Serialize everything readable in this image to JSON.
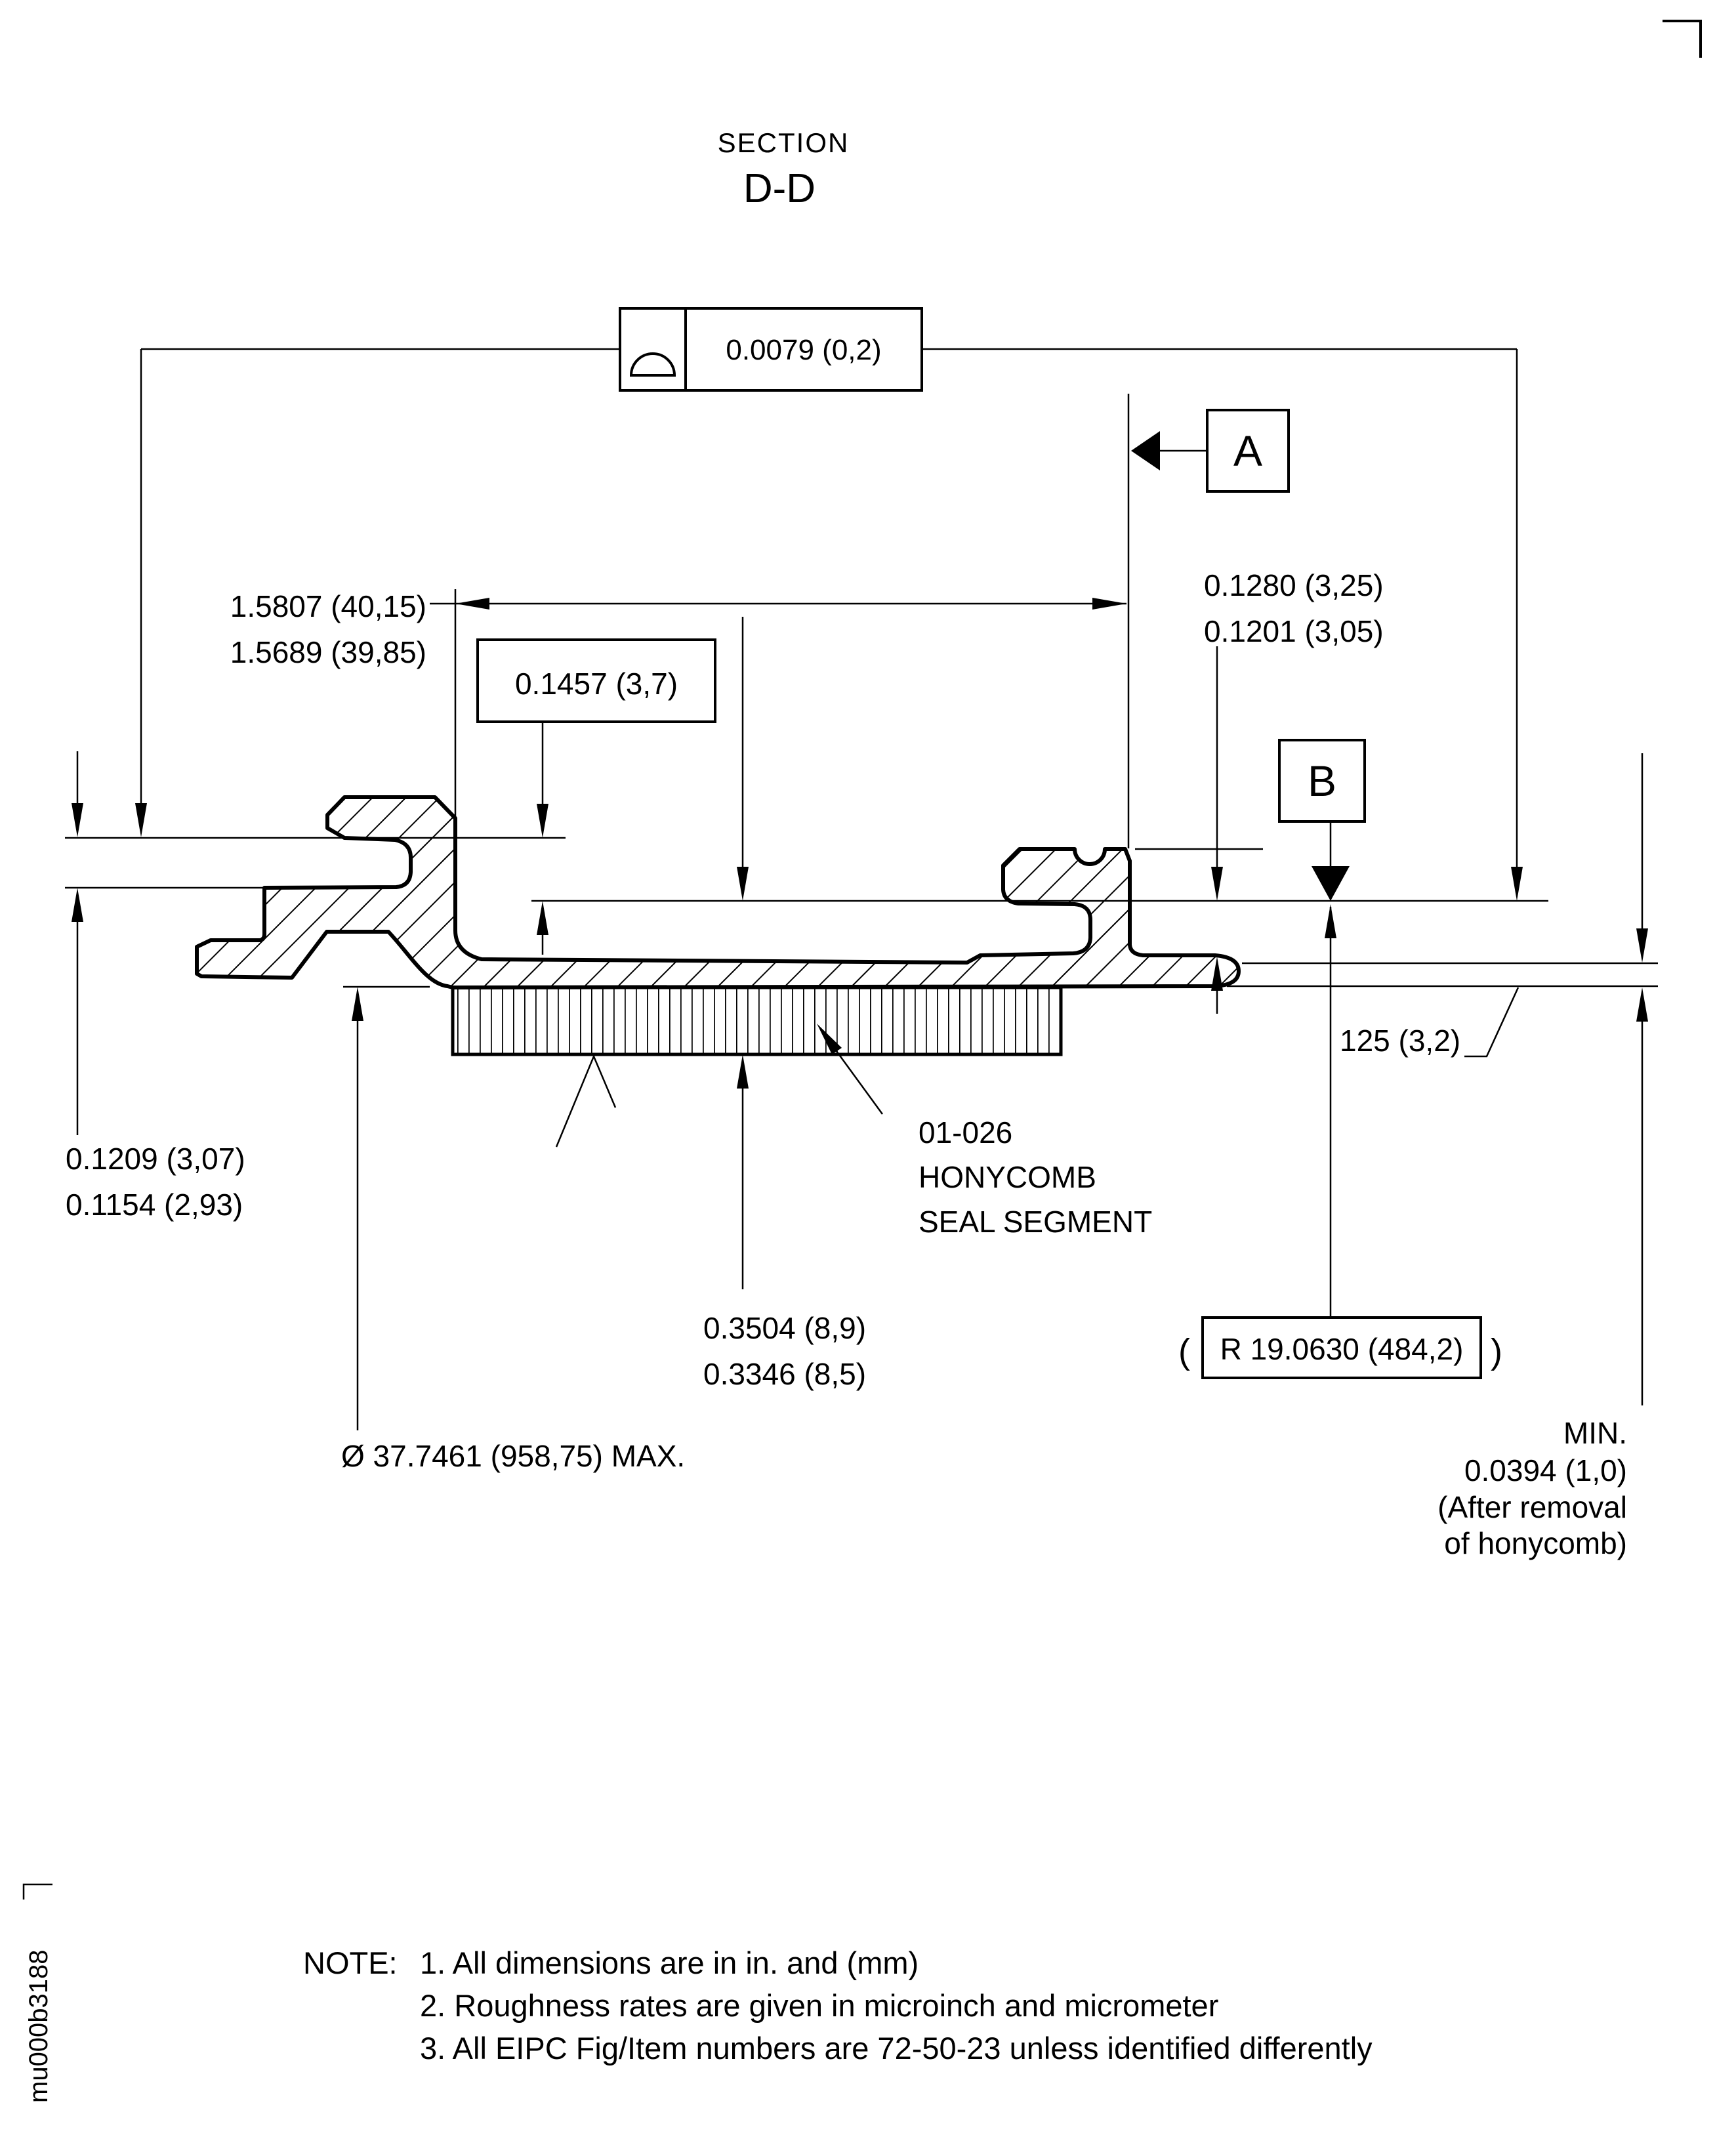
{
  "title": {
    "section_label": "SECTION",
    "section_name": "D-D"
  },
  "feature_control_frame": {
    "symbol": "profile-of-a-surface",
    "tolerance": "0.0079 (0,2)"
  },
  "datums": {
    "a": "A",
    "b": "B"
  },
  "dimensions": {
    "width_upper": "1.5807 (40,15)",
    "width_lower": "1.5689 (39,85)",
    "step": "0.1457 (3,7)",
    "rail_depth_upper": "0.1280 (3,25)",
    "rail_depth_lower": "0.1201 (3,05)",
    "flange_upper": "0.1209 (3,07)",
    "flange_lower": "0.1154 (2,93)",
    "seal_upper": "0.3504 (8,9)",
    "seal_lower": "0.3346 (8,5)",
    "diameter_max": "Ø 37.7461 (958,75) MAX.",
    "radius_paren_open": "(",
    "radius": "R 19.0630 (484,2)",
    "radius_paren_close": ")",
    "min_label": "MIN.",
    "min_value": "0.0394 (1,0)",
    "min_note_line1": "(After removal",
    "min_note_line2": "of honycomb)",
    "roughness_value": "125 (3,2)"
  },
  "part_label": {
    "line1": "01-026",
    "line2": "HONYCOMB",
    "line3": "SEAL SEGMENT"
  },
  "notes": {
    "prefix": "NOTE:",
    "items": [
      "1. All dimensions are in in. and (mm)",
      "2. Roughness rates are given in microinch and micrometer",
      "3. All EIPC Fig/Item numbers are 72-50-23 unless identified differently"
    ]
  },
  "watermark": "mu000b3188"
}
